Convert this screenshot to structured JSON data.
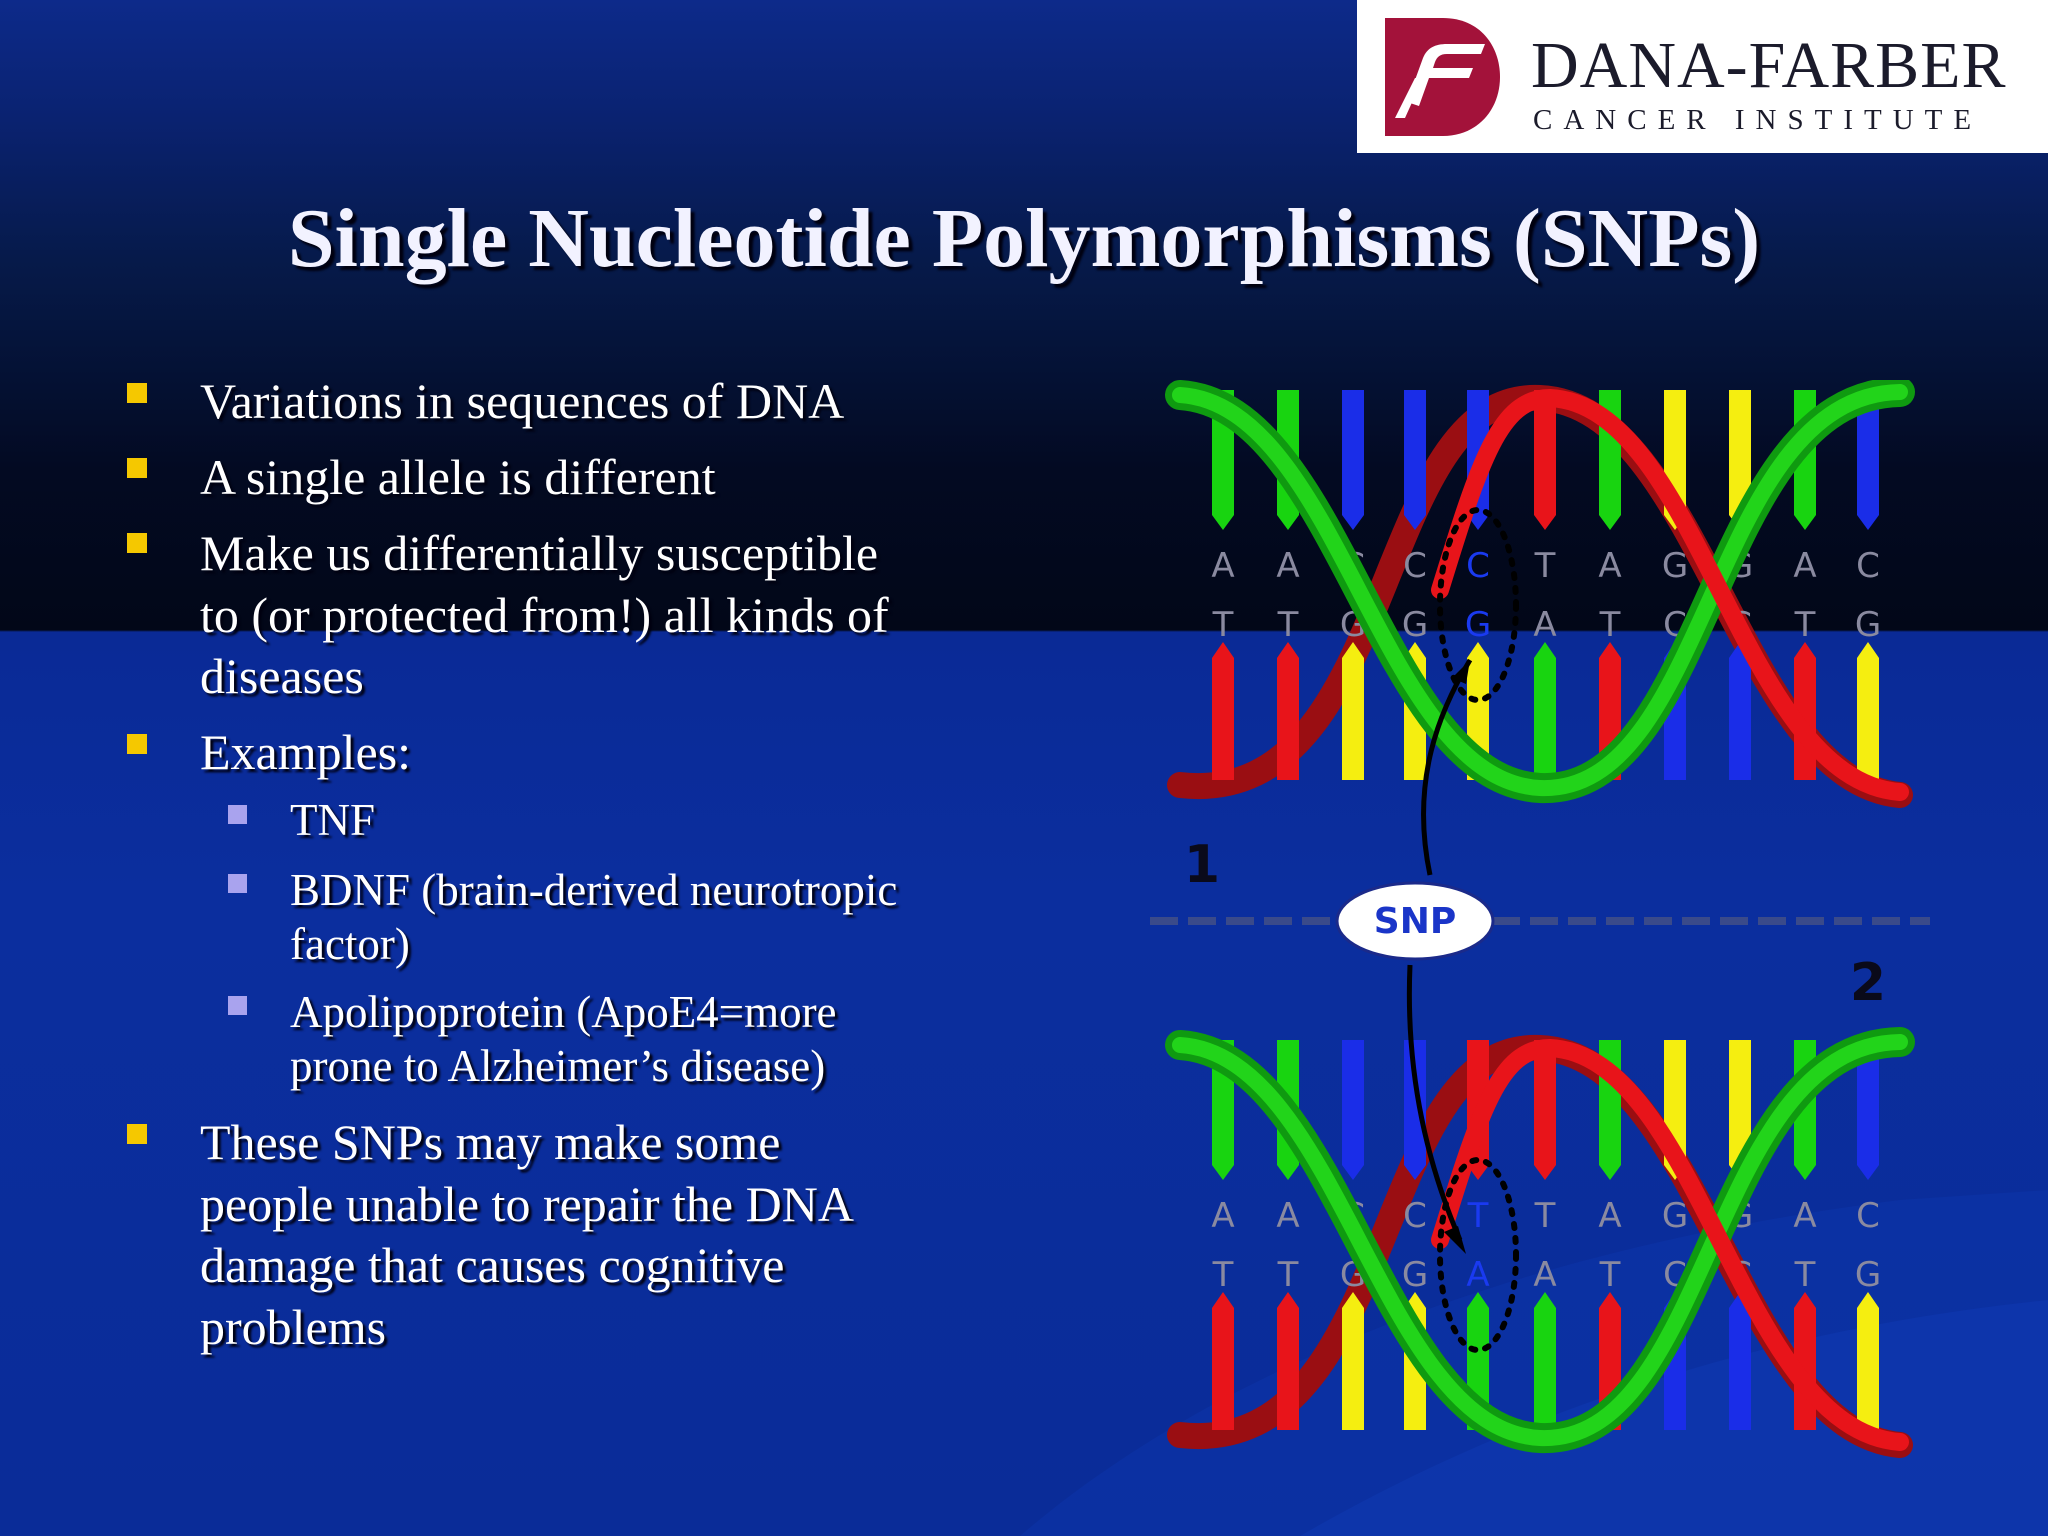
{
  "title": "Single Nucleotide Polymorphisms (SNPs)",
  "logo": {
    "name": "DANA-FARBER",
    "subtitle": "CANCER INSTITUTE",
    "mark_color": "#a3123a"
  },
  "bullets": [
    {
      "text": "Variations in sequences of DNA"
    },
    {
      "text": "A single allele is different"
    },
    {
      "lines": [
        "Make us differentially susceptible",
        "to (or protected from!) all kinds of",
        "diseases"
      ]
    },
    {
      "text": "Examples:"
    },
    {
      "text": "These SNPs may make some people unable to repair the DNA damage that causes cognitive problems",
      "lines": [
        "These SNPs may make some",
        "people unable to repair the DNA",
        "damage that causes cognitive",
        "problems"
      ]
    }
  ],
  "examples": [
    {
      "lines": [
        "TNF"
      ]
    },
    {
      "lines": [
        "BDNF (brain-derived neurotropic",
        "factor)"
      ]
    },
    {
      "lines": [
        "Apolipoprotein (ApoE4=more",
        "prone to Alzheimer’s disease)"
      ]
    }
  ],
  "diagram": {
    "snp_label": "SNP",
    "strand_1_label": "1",
    "strand_2_label": "2",
    "strand_1_pairs": [
      [
        "A",
        "T"
      ],
      [
        "A",
        "T"
      ],
      [
        "C",
        "G"
      ],
      [
        "C",
        "G"
      ],
      [
        "C",
        "G"
      ],
      [
        "T",
        "A"
      ],
      [
        "A",
        "T"
      ],
      [
        "G",
        "C"
      ],
      [
        "G",
        "C"
      ],
      [
        "A",
        "T"
      ],
      [
        "C",
        "G"
      ]
    ],
    "strand_2_pairs": [
      [
        "A",
        "T"
      ],
      [
        "A",
        "T"
      ],
      [
        "C",
        "G"
      ],
      [
        "C",
        "G"
      ],
      [
        "T",
        "A"
      ],
      [
        "T",
        "A"
      ],
      [
        "A",
        "T"
      ],
      [
        "G",
        "C"
      ],
      [
        "G",
        "C"
      ],
      [
        "A",
        "T"
      ],
      [
        "C",
        "G"
      ]
    ],
    "colors": {
      "red": "#e8141a",
      "green": "#18d410",
      "blue": "#1a2de8",
      "yellow": "#f5ee10"
    }
  },
  "colors": {
    "background": "#0b2e9e",
    "bullet_main": "#f5c800",
    "bullet_sub": "#a9a3ee",
    "text": "#ffffff"
  }
}
